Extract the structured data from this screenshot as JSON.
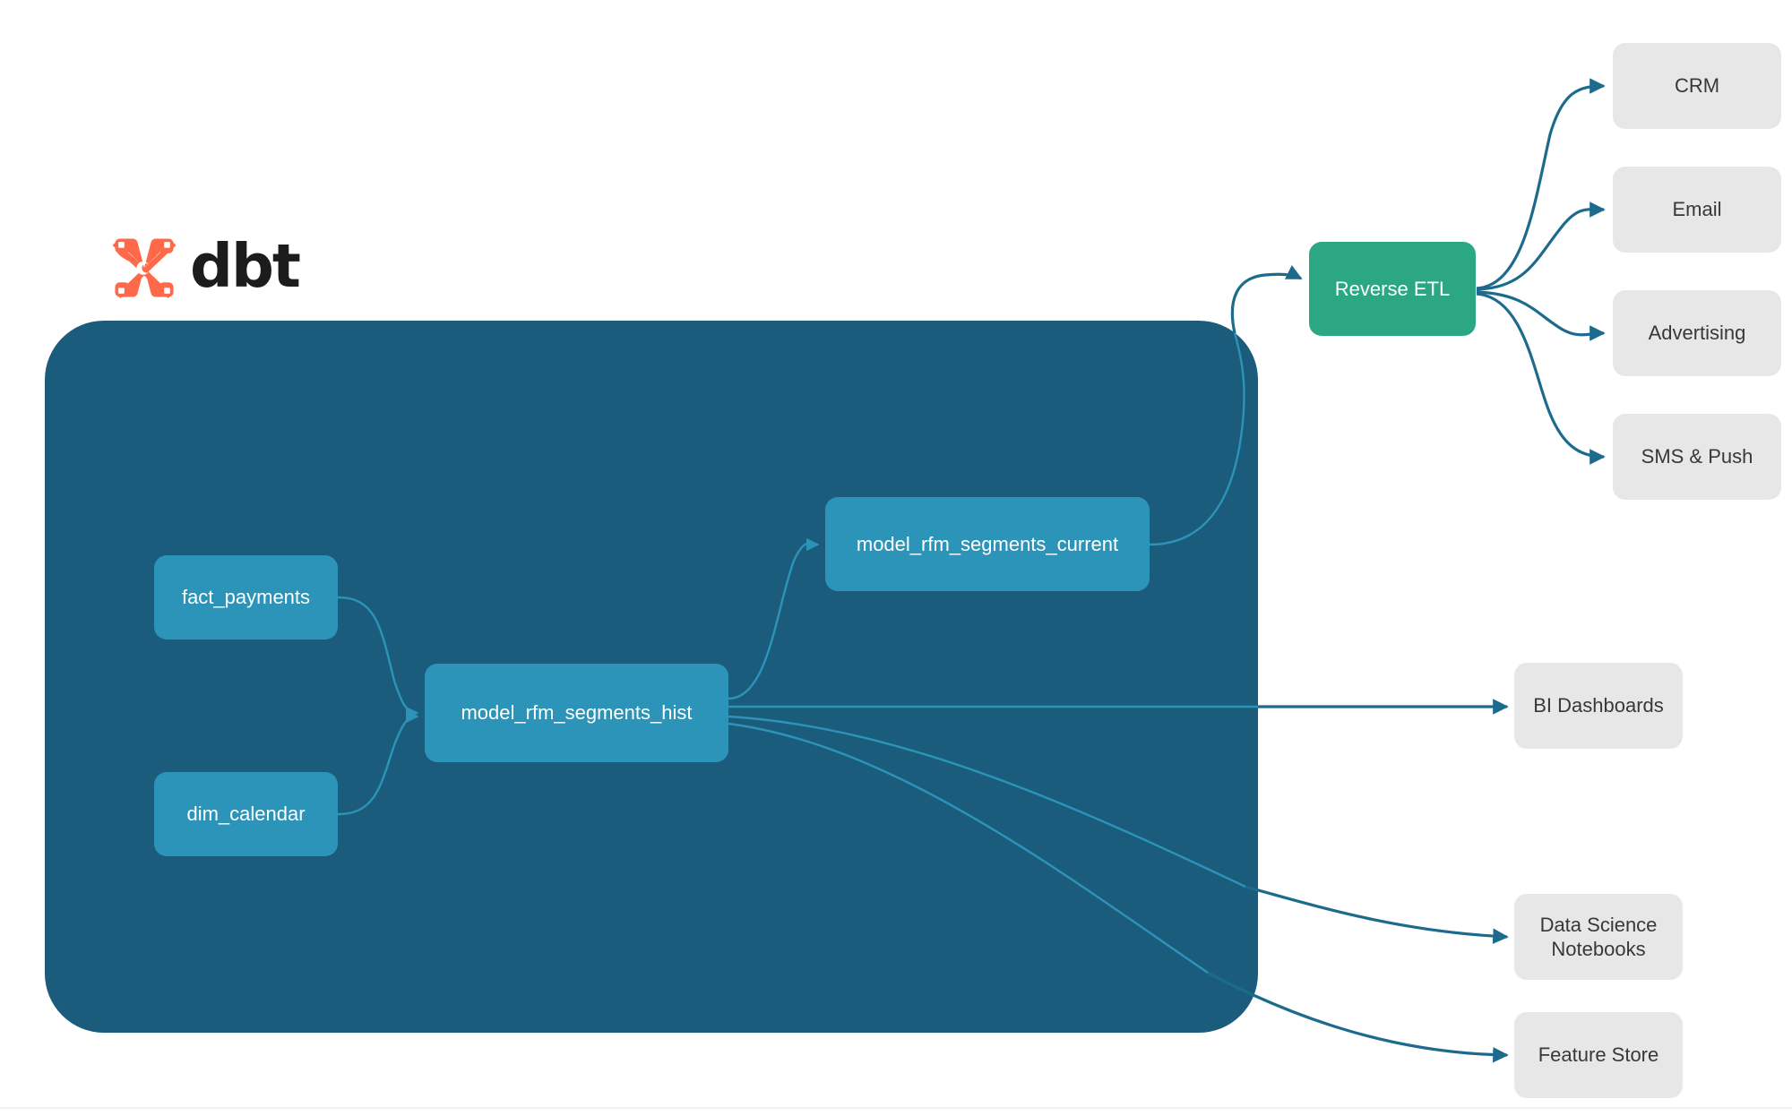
{
  "logo": {
    "mark_name": "dbt-logo-mark",
    "mark_color": "#FF694A",
    "wordmark": "dbt"
  },
  "colors": {
    "container": "#1b5c7c",
    "model_node": "#2b94b8",
    "reverse_etl": "#2ba883",
    "destination": "#e7e7e7",
    "edge_inner": "#2b94b8",
    "edge_outer": "#1d6b8c",
    "background": "#ffffff"
  },
  "container": {
    "name": "dbt-project-container"
  },
  "nodes": {
    "sources": [
      {
        "id": "fact_payments",
        "label": "fact_payments"
      },
      {
        "id": "dim_calendar",
        "label": "dim_calendar"
      }
    ],
    "models": [
      {
        "id": "model_rfm_segments_hist",
        "label": "model_rfm_segments_hist"
      },
      {
        "id": "model_rfm_segments_current",
        "label": "model_rfm_segments_current"
      }
    ],
    "reverse_etl": {
      "id": "reverse_etl",
      "label": "Reverse ETL"
    },
    "activation_destinations": [
      {
        "id": "crm",
        "label": "CRM"
      },
      {
        "id": "email",
        "label": "Email"
      },
      {
        "id": "advertising",
        "label": "Advertising"
      },
      {
        "id": "sms_push",
        "label": "SMS & Push"
      }
    ],
    "analytics_destinations": [
      {
        "id": "bi_dashboards",
        "label": "BI Dashboards"
      },
      {
        "id": "ds_notebooks",
        "label": "Data Science\nNotebooks",
        "line1": "Data Science",
        "line2": "Notebooks"
      },
      {
        "id": "feature_store",
        "label": "Feature Store"
      }
    ]
  },
  "edges": [
    {
      "from": "fact_payments",
      "to": "model_rfm_segments_hist"
    },
    {
      "from": "dim_calendar",
      "to": "model_rfm_segments_hist"
    },
    {
      "from": "model_rfm_segments_hist",
      "to": "model_rfm_segments_current"
    },
    {
      "from": "model_rfm_segments_current",
      "to": "reverse_etl"
    },
    {
      "from": "model_rfm_segments_hist",
      "to": "bi_dashboards"
    },
    {
      "from": "model_rfm_segments_hist",
      "to": "ds_notebooks"
    },
    {
      "from": "model_rfm_segments_hist",
      "to": "feature_store"
    },
    {
      "from": "reverse_etl",
      "to": "crm"
    },
    {
      "from": "reverse_etl",
      "to": "email"
    },
    {
      "from": "reverse_etl",
      "to": "advertising"
    },
    {
      "from": "reverse_etl",
      "to": "sms_push"
    }
  ]
}
